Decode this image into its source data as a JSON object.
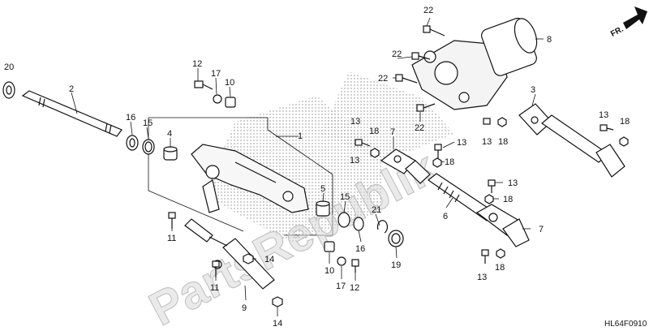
{
  "labels": {
    "1": "1",
    "2": "2",
    "3": "3",
    "4": "4",
    "5": "5",
    "6": "6",
    "7": "7",
    "8": "8",
    "9": "9",
    "10": "10",
    "11": "11",
    "12": "12",
    "13": "13",
    "14": "14",
    "15": "15",
    "16": "16",
    "17": "17",
    "18": "18",
    "19": "19",
    "20": "20",
    "21": "21",
    "22": "22"
  },
  "direction_label": "FR.",
  "diagram_code": "HL64F0910",
  "watermark": "PartsRepublik",
  "colors": {
    "ink": "#111111",
    "stipple": "#9a9a9a",
    "watermark": "#d9d9d9"
  }
}
